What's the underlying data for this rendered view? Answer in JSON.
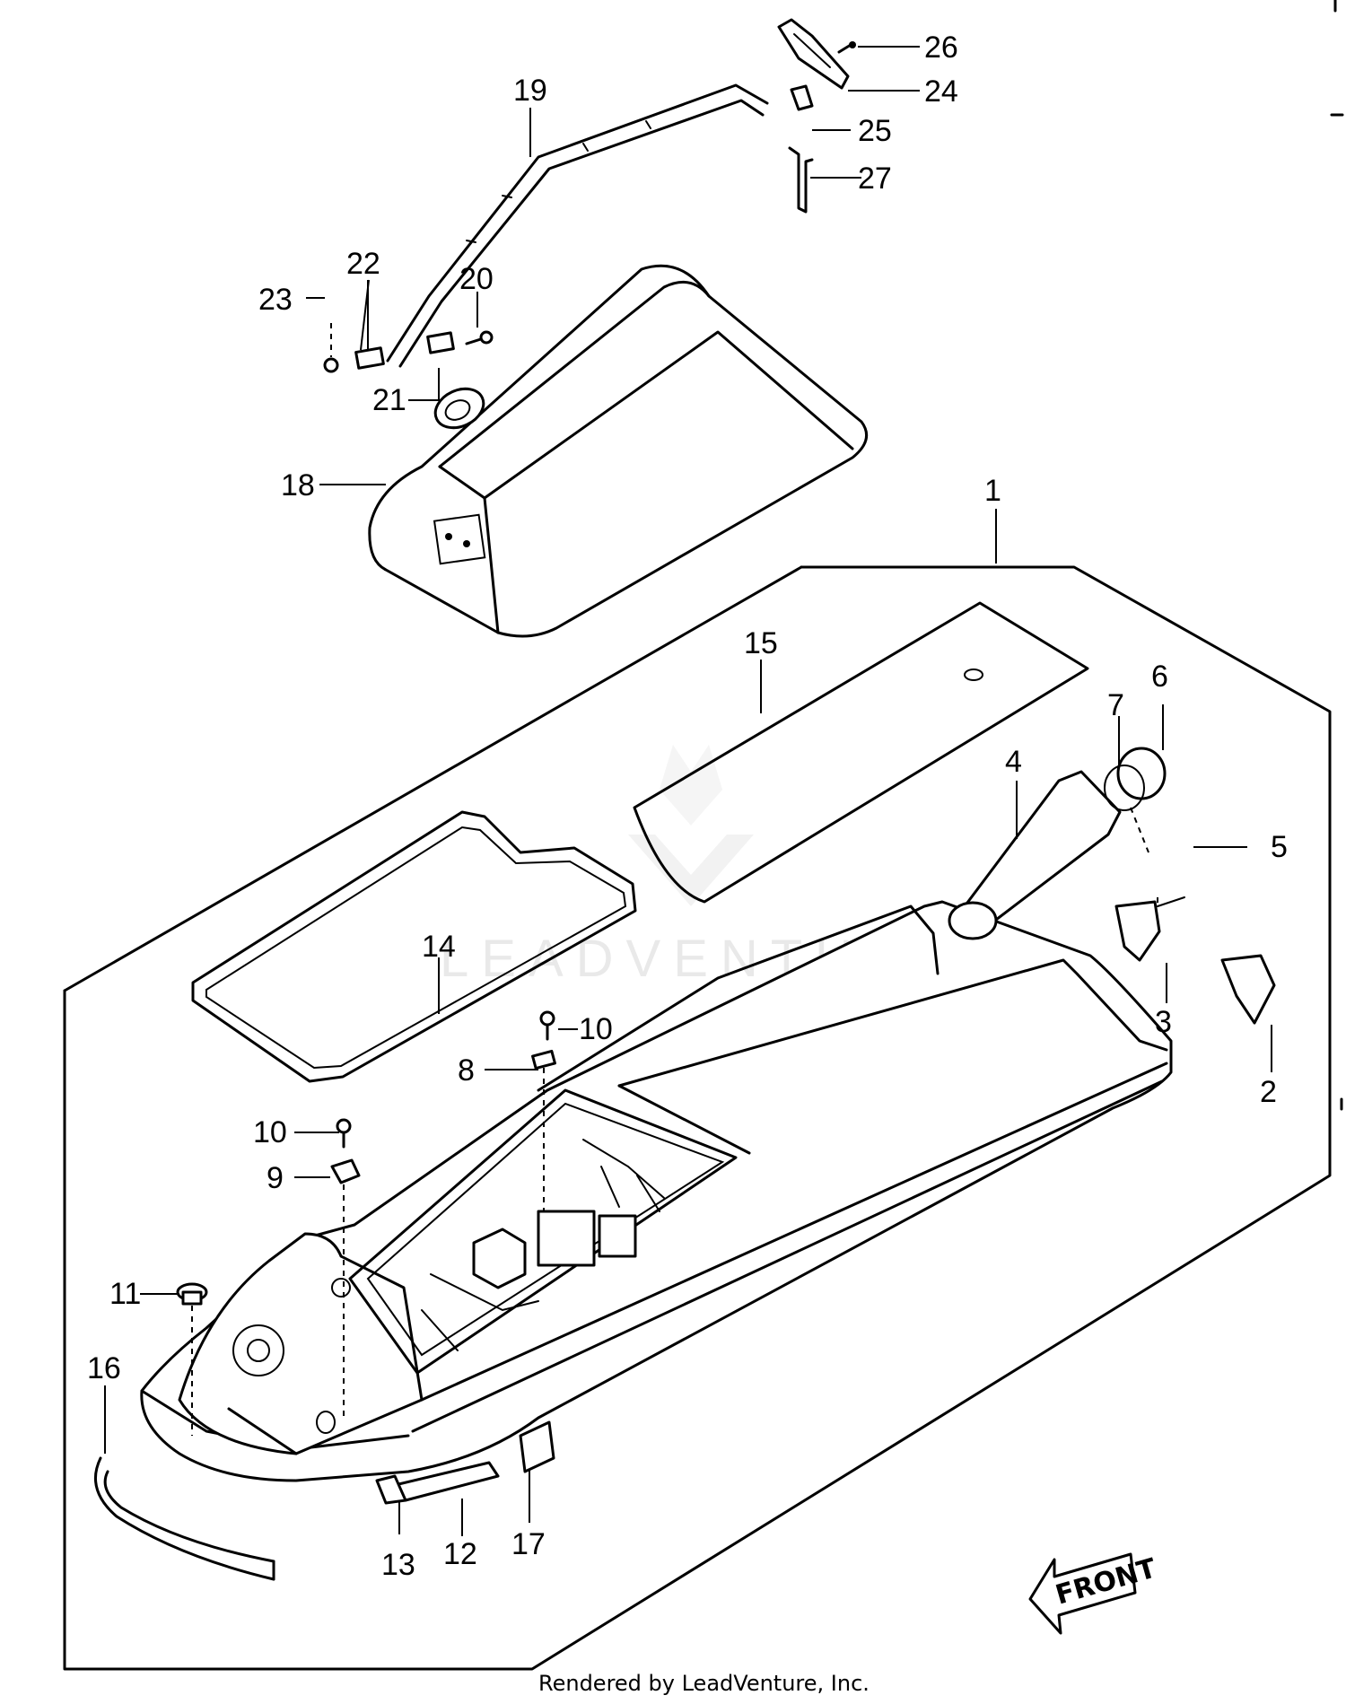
{
  "diagram": {
    "callouts": [
      {
        "id": "c1",
        "label": "1"
      },
      {
        "id": "c2",
        "label": "2"
      },
      {
        "id": "c3",
        "label": "3"
      },
      {
        "id": "c4",
        "label": "4"
      },
      {
        "id": "c5",
        "label": "5"
      },
      {
        "id": "c6",
        "label": "6"
      },
      {
        "id": "c7",
        "label": "7"
      },
      {
        "id": "c8",
        "label": "8"
      },
      {
        "id": "c9",
        "label": "9"
      },
      {
        "id": "c10a",
        "label": "10"
      },
      {
        "id": "c10b",
        "label": "10"
      },
      {
        "id": "c11",
        "label": "11"
      },
      {
        "id": "c12",
        "label": "12"
      },
      {
        "id": "c13",
        "label": "13"
      },
      {
        "id": "c14",
        "label": "14"
      },
      {
        "id": "c15",
        "label": "15"
      },
      {
        "id": "c16",
        "label": "16"
      },
      {
        "id": "c17",
        "label": "17"
      },
      {
        "id": "c18",
        "label": "18"
      },
      {
        "id": "c19",
        "label": "19"
      },
      {
        "id": "c20",
        "label": "20"
      },
      {
        "id": "c21",
        "label": "21"
      },
      {
        "id": "c22",
        "label": "22"
      },
      {
        "id": "c23",
        "label": "23"
      },
      {
        "id": "c24",
        "label": "24"
      },
      {
        "id": "c25",
        "label": "25"
      },
      {
        "id": "c26",
        "label": "26"
      },
      {
        "id": "c27",
        "label": "27"
      }
    ],
    "front_arrow_label": "FRONT",
    "watermark": "LEADVENTURE",
    "footer": "Rendered by LeadVenture, Inc."
  }
}
